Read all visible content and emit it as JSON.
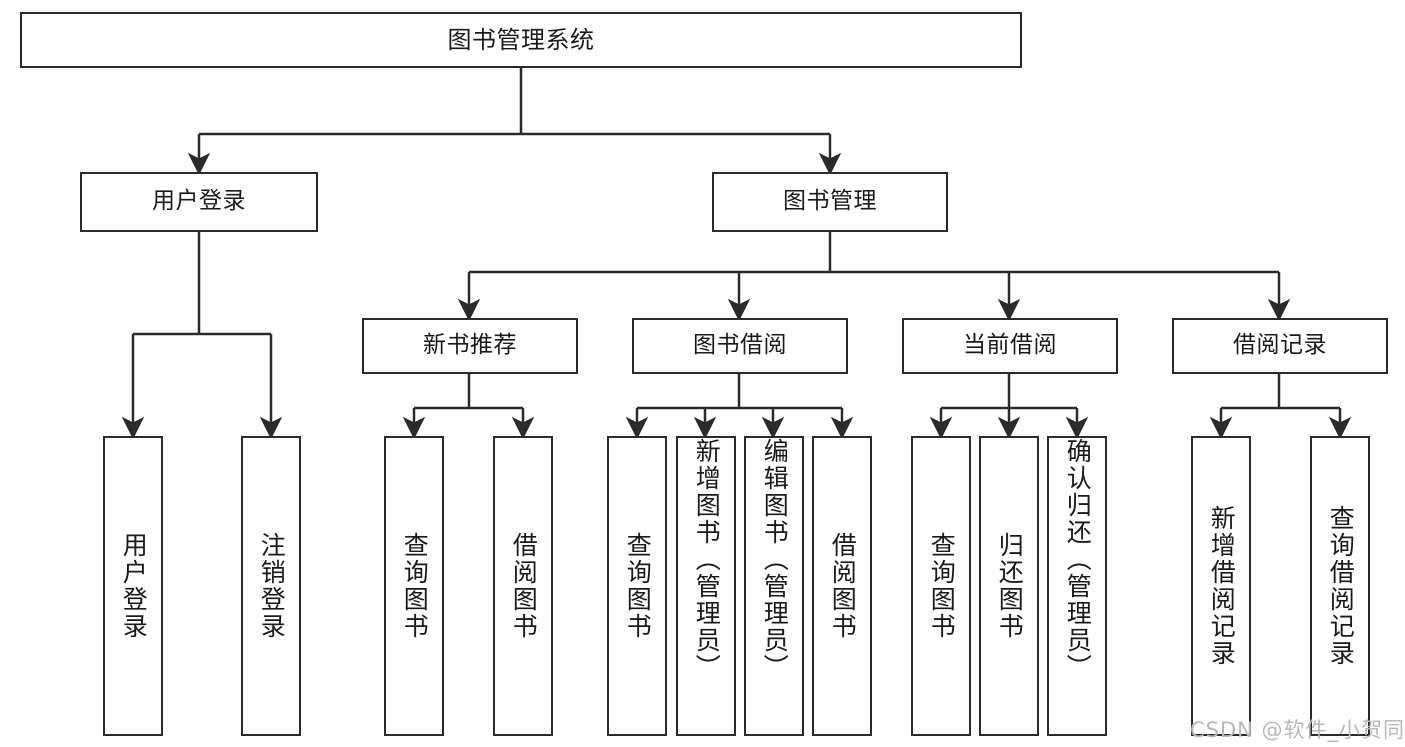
{
  "diagram": {
    "title": "图书管理系统",
    "type": "tree-structure-chart",
    "watermark": "CSDN @软件_小贺同学",
    "colors": {
      "box_border": "#2b2b2b",
      "box_fill": "#ffffff",
      "connector": "#2b2b2b",
      "text": "#1a1a1a",
      "watermark": "#b9b9b9",
      "background": "#ffffff"
    },
    "levels": {
      "root": {
        "label": "图书管理系统"
      },
      "level2": [
        {
          "label": "用户登录"
        },
        {
          "label": "图书管理"
        }
      ],
      "level3": [
        {
          "label": "新书推荐"
        },
        {
          "label": "图书借阅"
        },
        {
          "label": "当前借阅"
        },
        {
          "label": "借阅记录"
        }
      ],
      "leaves": {
        "user_login": [
          {
            "label": "用户登录"
          },
          {
            "label": "注销登录"
          }
        ],
        "new_book_recommend": [
          {
            "label": "查询图书"
          },
          {
            "label": "借阅图书"
          }
        ],
        "book_borrow": [
          {
            "label": "查询图书"
          },
          {
            "label": "新增图书（管理员）"
          },
          {
            "label": "编辑图书（管理员）"
          },
          {
            "label": "借阅图书"
          }
        ],
        "current_borrow": [
          {
            "label": "查询图书"
          },
          {
            "label": "归还图书"
          },
          {
            "label": "确认归还（管理员）"
          }
        ],
        "borrow_record": [
          {
            "label": "新增借阅记录"
          },
          {
            "label": "查询借阅记录"
          }
        ]
      }
    }
  }
}
